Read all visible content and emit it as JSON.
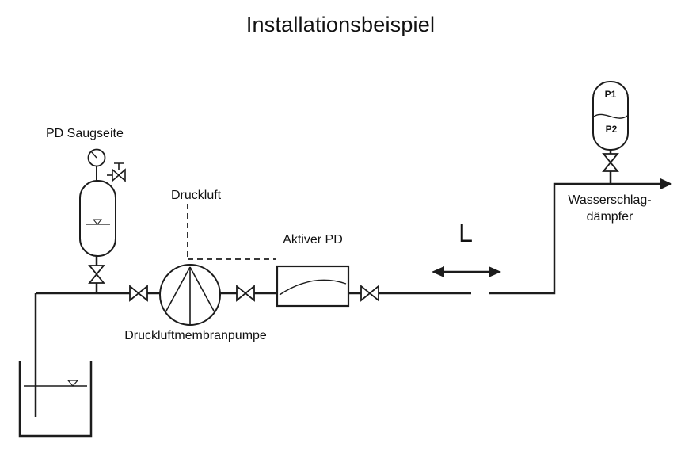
{
  "title": "Installationsbeispiel",
  "labels": {
    "suction_damper": "PD Saugseite",
    "compressed_air": "Druckluft",
    "active_pd": "Aktiver PD",
    "pump": "Druckluftmembranpumpe",
    "length": "L",
    "discharge_damper_line1": "Wasserschlag-",
    "discharge_damper_line2": "dämpfer",
    "p1": "P1",
    "p2": "P2"
  },
  "colors": {
    "line": "#1c1c1c",
    "background": "#ffffff"
  }
}
